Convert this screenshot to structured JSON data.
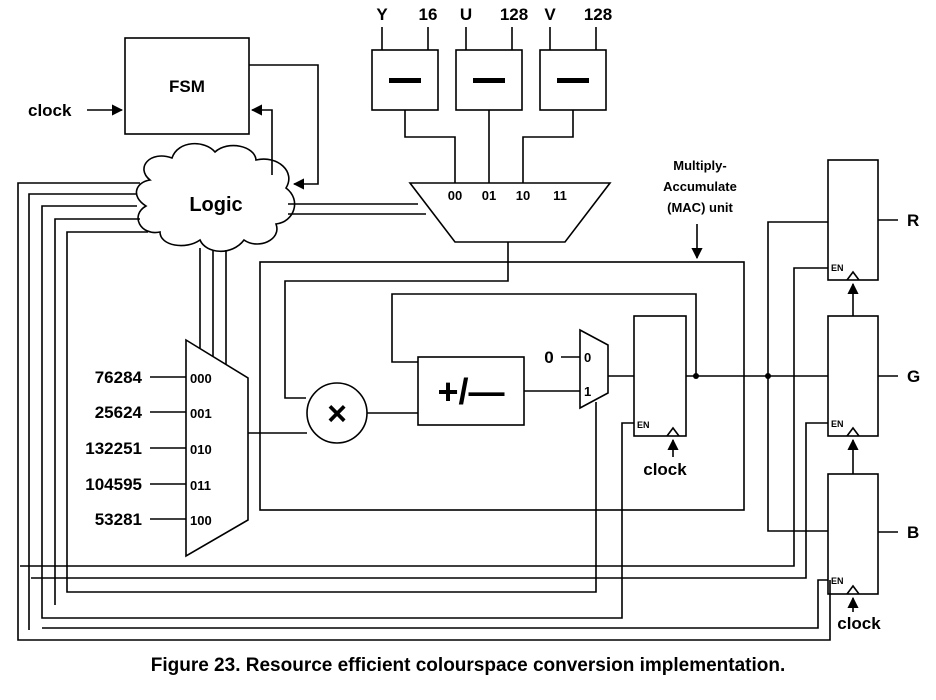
{
  "caption": "Figure 23. Resource efficient colourspace conversion implementation.",
  "fsm": {
    "label": "FSM"
  },
  "clock_label": "clock",
  "logic": {
    "label": "Logic"
  },
  "subtractors": [
    {
      "name": "Y",
      "constant": "16",
      "symbol": "—"
    },
    {
      "name": "U",
      "constant": "128",
      "symbol": "—"
    },
    {
      "name": "V",
      "constant": "128",
      "symbol": "—"
    }
  ],
  "mux4": {
    "inputs": [
      "00",
      "01",
      "10",
      "11"
    ]
  },
  "mac_label": [
    "Multiply-",
    "Accumulate",
    "(MAC) unit"
  ],
  "mux5": {
    "coefficients": [
      "76284",
      "25624",
      "132251",
      "104595",
      "53281"
    ],
    "selects": [
      "000",
      "001",
      "010",
      "011",
      "100"
    ]
  },
  "multiplier": {
    "symbol": "×"
  },
  "adder": {
    "symbol": "+/—"
  },
  "mux2": {
    "const_input": "0",
    "selects": [
      "0",
      "1"
    ]
  },
  "enable_label": "EN",
  "outputs": [
    "R",
    "G",
    "B"
  ]
}
